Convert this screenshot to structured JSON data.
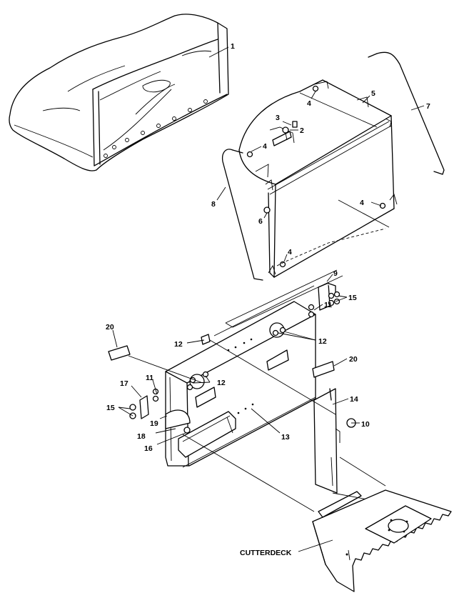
{
  "callouts": [
    {
      "id": "c1",
      "text": "1"
    },
    {
      "id": "c2",
      "text": "2"
    },
    {
      "id": "c3",
      "text": "3"
    },
    {
      "id": "c4a",
      "text": "4"
    },
    {
      "id": "c4b",
      "text": "4"
    },
    {
      "id": "c4c",
      "text": "4"
    },
    {
      "id": "c4d",
      "text": "4"
    },
    {
      "id": "c5",
      "text": "5"
    },
    {
      "id": "c6",
      "text": "6"
    },
    {
      "id": "c7",
      "text": "7"
    },
    {
      "id": "c8",
      "text": "8"
    },
    {
      "id": "c9",
      "text": "9"
    },
    {
      "id": "c10",
      "text": "10"
    },
    {
      "id": "c11a",
      "text": "11"
    },
    {
      "id": "c11b",
      "text": "11"
    },
    {
      "id": "c12a",
      "text": "12"
    },
    {
      "id": "c12b",
      "text": "12"
    },
    {
      "id": "c12c",
      "text": "12"
    },
    {
      "id": "c13",
      "text": "13"
    },
    {
      "id": "c14",
      "text": "14"
    },
    {
      "id": "c15a",
      "text": "15"
    },
    {
      "id": "c15b",
      "text": "15"
    },
    {
      "id": "c16",
      "text": "16"
    },
    {
      "id": "c17",
      "text": "17"
    },
    {
      "id": "c18",
      "text": "18"
    },
    {
      "id": "c19",
      "text": "19"
    },
    {
      "id": "c20a",
      "text": "20"
    },
    {
      "id": "c20b",
      "text": "20"
    },
    {
      "id": "cdeck",
      "text": "CUTTERDECK"
    }
  ]
}
